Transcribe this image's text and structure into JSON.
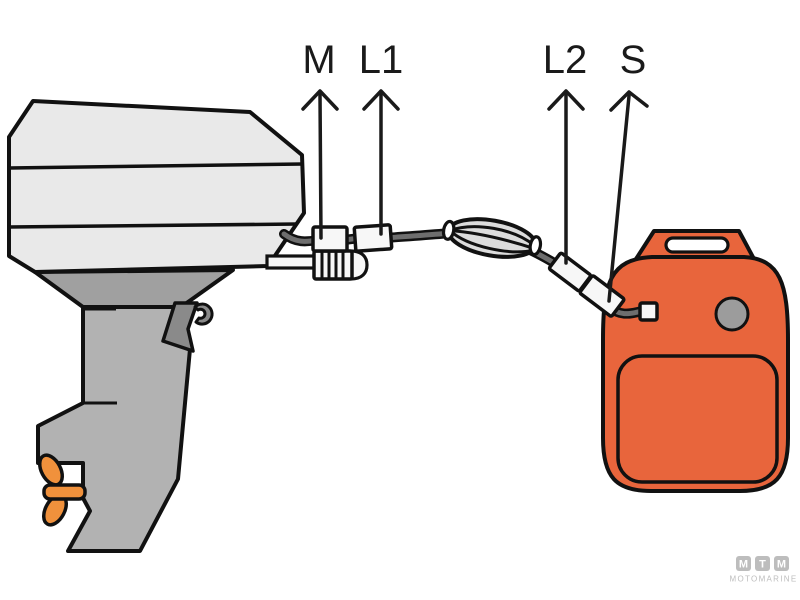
{
  "callouts": {
    "m": {
      "label": "M"
    },
    "l1": {
      "label": "L1"
    },
    "l2": {
      "label": "L2"
    },
    "s": {
      "label": "S"
    }
  },
  "logo": {
    "box1": "M",
    "box2": "T",
    "box3": "M",
    "subtitle": "MOTOMARINE"
  },
  "colors": {
    "tank_orange": "#E8653C",
    "propeller_orange": "#F0913C",
    "cowling_gray": "#E9E9E9",
    "midsection_gray": "#A0A0A0",
    "leg_gray": "#B2B2B2",
    "clamp_gray": "#8A8A8A",
    "hose_gray": "#6E6E6E",
    "bulb_gray": "#DCDCDC",
    "cap_gray": "#9C9C9C",
    "connector_white": "#F7F7F7",
    "outline_black": "#111111",
    "logo_gray": "#BDBDBD",
    "label_black": "#1A1A1A"
  }
}
